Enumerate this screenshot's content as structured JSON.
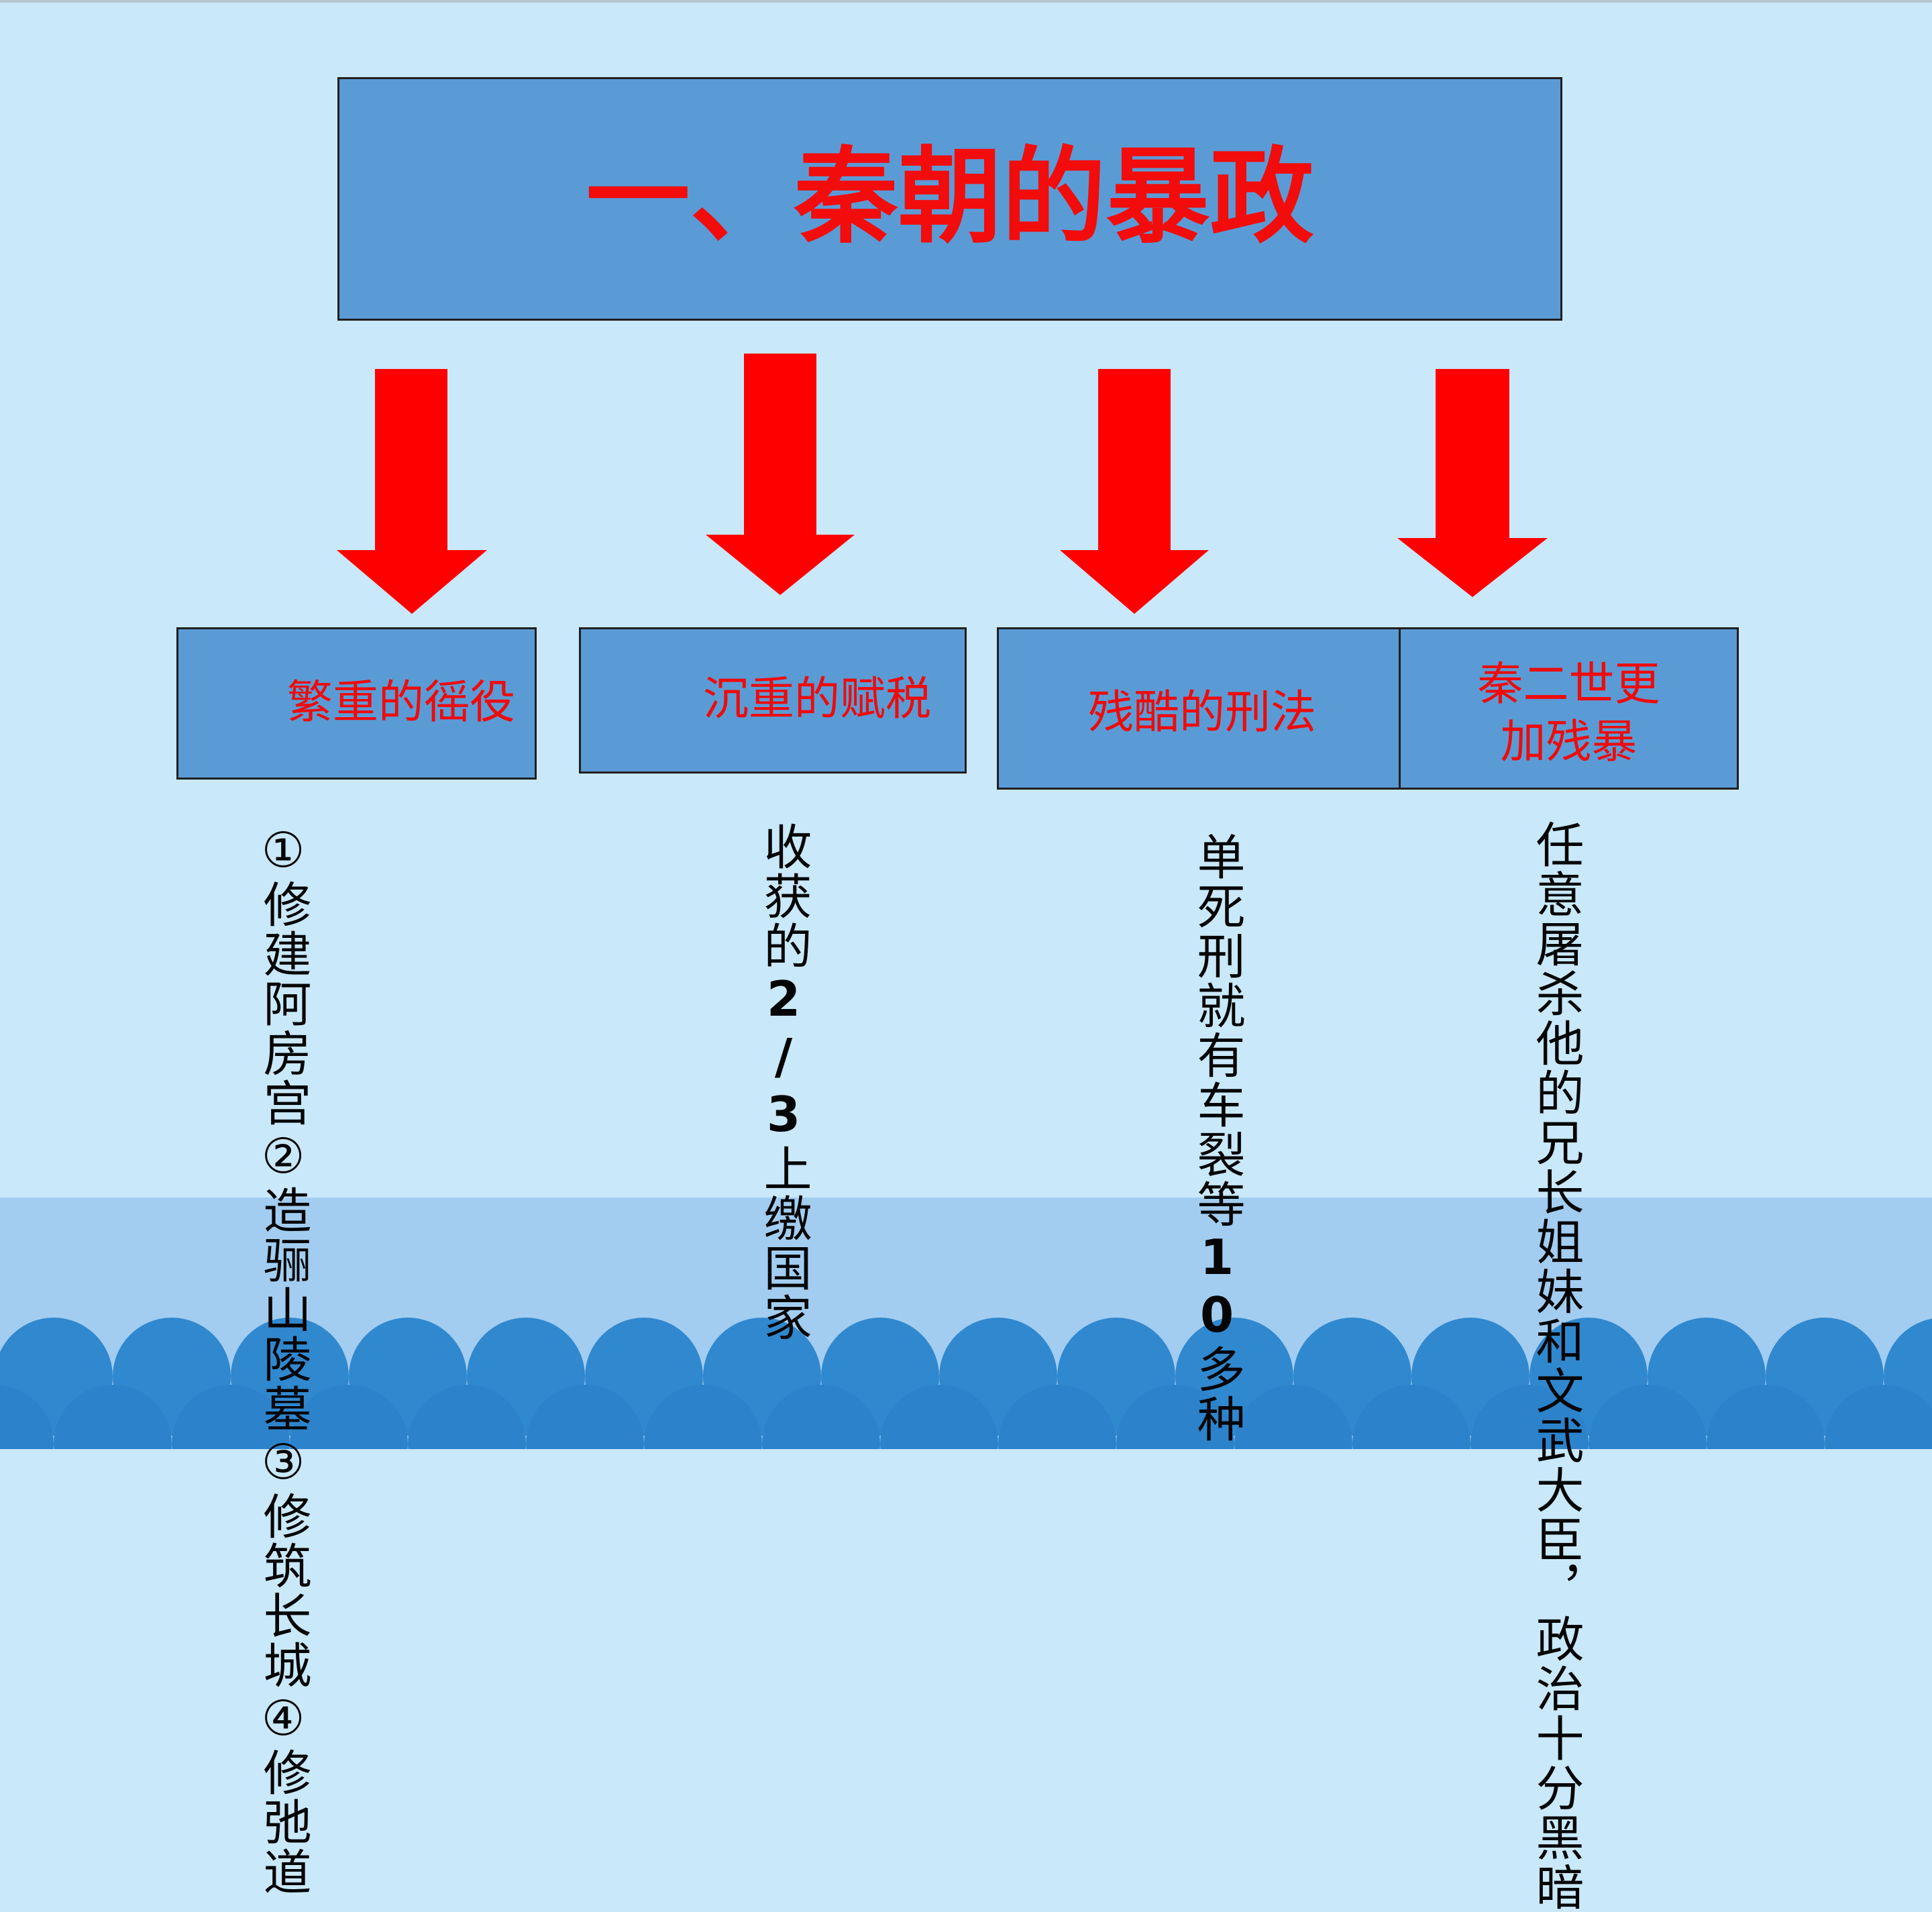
{
  "title": "一、秦朝的暴政",
  "colors": {
    "background": "#c9e8f9",
    "box_fill": "#5b9bd5",
    "accent_red": "#ff0000",
    "title_red": "#f20c0c",
    "wave": "#2e86cc"
  },
  "categories": [
    {
      "label": "繁重的徭役",
      "details": [
        "①修建阿房宫",
        "②造骊山陵墓",
        "③修筑长城",
        "④修弛道"
      ]
    },
    {
      "label": "沉重的赋税",
      "details": {
        "before": "收获的",
        "num": "2/3",
        "after": "上缴国家"
      }
    },
    {
      "label": "残酷的刑法",
      "details": {
        "before": "单死刑就有车裂等",
        "num": "10",
        "after": "多种"
      }
    },
    {
      "label": "秦二世更加残暴",
      "label_line1": "秦二世更",
      "label_line2": "加残暴",
      "details": [
        "任意屠杀他的兄长姐妹和文武",
        "大臣，政治十分黑暗"
      ]
    }
  ]
}
